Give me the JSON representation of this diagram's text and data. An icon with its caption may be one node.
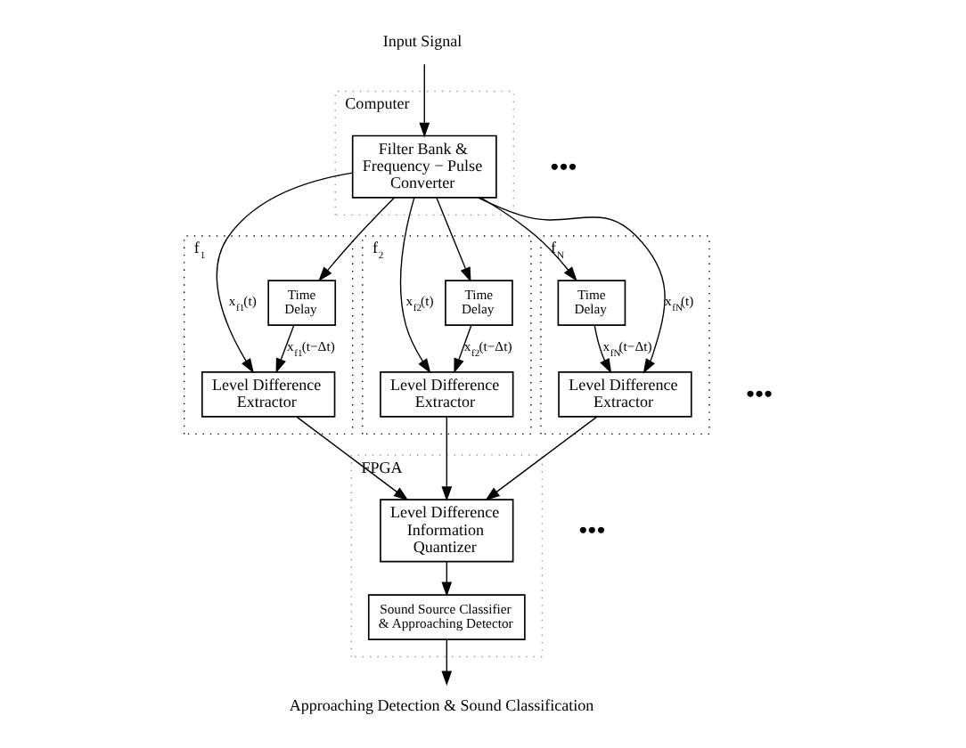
{
  "diagram": {
    "nodes": [
      {
        "text": [
          "Input Signal"
        ]
      },
      {
        "text": [
          "Computer"
        ]
      },
      {
        "text": [
          "Filter Bank & Frequency − Pulse Converter"
        ],
        "in": 1
      },
      {
        "text": [
          "f$_{1}$"
        ]
      },
      {
        "text": [
          "Time Delay"
        ],
        "in": 3
      },
      {
        "text": [
          "Level Difference Extractor"
        ],
        "in": 3
      },
      {
        "text": [
          "f$_{2}$"
        ]
      },
      {
        "text": [
          "Time Delay"
        ],
        "in": 6
      },
      {
        "text": [
          "Level Difference Extractor"
        ],
        "in": 6
      },
      {
        "text": [
          "f$_{N}$"
        ]
      },
      {
        "text": [
          "Time Delay"
        ],
        "in": 9
      },
      {
        "text": [
          "Level Difference Extractor"
        ],
        "in": 9
      },
      {
        "text": [
          "FPGA"
        ]
      },
      {
        "text": [
          "Level Difference Information Quantizer"
        ],
        "in": 12
      },
      {
        "text": [
          "Sound Source Classifier & Approaching Detector"
        ],
        "in": 12
      },
      {
        "text": [
          "Approaching Detection & Sound Classification"
        ]
      }
    ],
    "edges": [
      {
        "from": 0,
        "to": 2,
        "arrow": "to"
      },
      {
        "from": 2,
        "to": 5,
        "arrow": "to",
        "label": "x$_{f1}$(t)"
      },
      {
        "from": 2,
        "to": 4,
        "arrow": "to"
      },
      {
        "from": 4,
        "to": 5,
        "arrow": "to",
        "label": "x$_{f1}$(t−Δt)"
      },
      {
        "from": 2,
        "to": 8,
        "arrow": "to",
        "label": "x$_{f2}$(t)"
      },
      {
        "from": 2,
        "to": 7,
        "arrow": "to"
      },
      {
        "from": 7,
        "to": 8,
        "arrow": "to",
        "label": "x$_{f2}$(t−Δt)"
      },
      {
        "from": 2,
        "to": 11,
        "arrow": "to",
        "label": "x$_{fN}$(t)"
      },
      {
        "from": 2,
        "to": 10,
        "arrow": "to"
      },
      {
        "from": 10,
        "to": 11,
        "arrow": "to",
        "label": "x$_{fN}$(t−Δt)"
      },
      {
        "from": 5,
        "to": 13,
        "arrow": "to"
      },
      {
        "from": 8,
        "to": 13,
        "arrow": "to"
      },
      {
        "from": 11,
        "to": 13,
        "arrow": "to"
      },
      {
        "from": 13,
        "to": 14,
        "arrow": "to"
      },
      {
        "from": 14,
        "to": 15,
        "arrow": "to"
      }
    ],
    "labels": [
      "●●●",
      "●●●",
      "●●●"
    ]
  }
}
